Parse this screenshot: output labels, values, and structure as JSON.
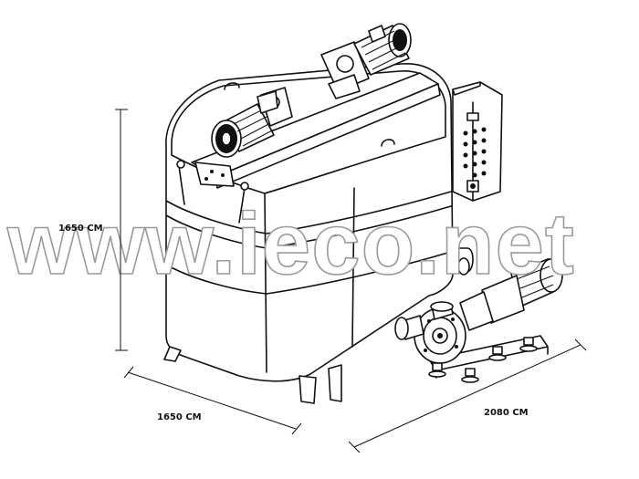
{
  "watermark": {
    "text": "www.ieco.net"
  },
  "dimensions": {
    "height_label": "1650 CM",
    "width_label": "1650 CM",
    "length_label": "2080 CM"
  }
}
